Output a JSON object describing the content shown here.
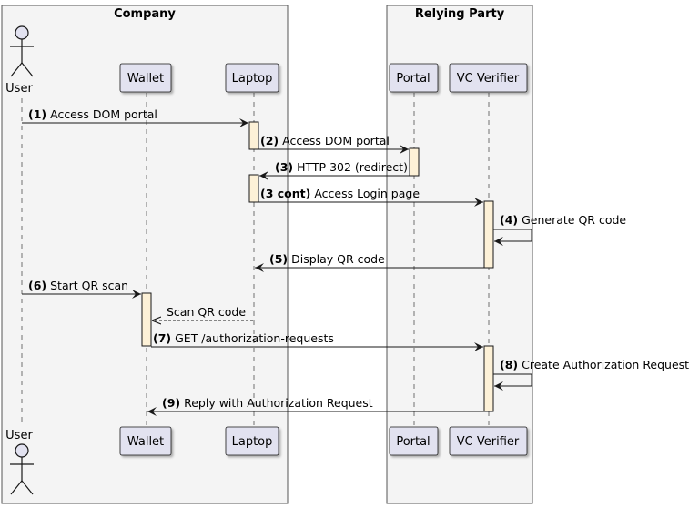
{
  "boxes": [
    {
      "title": "Company"
    },
    {
      "title": "Relying Party"
    }
  ],
  "participants": {
    "user": "User",
    "wallet": "Wallet",
    "laptop": "Laptop",
    "portal": "Portal",
    "verifier": "VC Verifier"
  },
  "messages": [
    {
      "num": "(1)",
      "text": "Access DOM portal"
    },
    {
      "num": "(2)",
      "text": "Access DOM portal"
    },
    {
      "num": "(3)",
      "text": "HTTP 302 (redirect)"
    },
    {
      "num": "(3 cont)",
      "text": "Access Login page"
    },
    {
      "num": "(4)",
      "text": "Generate QR code"
    },
    {
      "num": "(5)",
      "text": "Display QR code"
    },
    {
      "num": "(6)",
      "text": "Start QR scan"
    },
    {
      "num": "",
      "text": "Scan QR code"
    },
    {
      "num": "(7)",
      "text": "GET /authorization-requests"
    },
    {
      "num": "(8)",
      "text": "Create Authorization Request"
    },
    {
      "num": "(9)",
      "text": "Reply with Authorization Request"
    }
  ],
  "colors": {
    "box_fill": "#f4f4f4",
    "box_stroke": "#555555",
    "participant_fill": "#e2e2f0",
    "participant_stroke": "#181818",
    "activation_fill": "#fdf1d7",
    "line": "#181818"
  }
}
